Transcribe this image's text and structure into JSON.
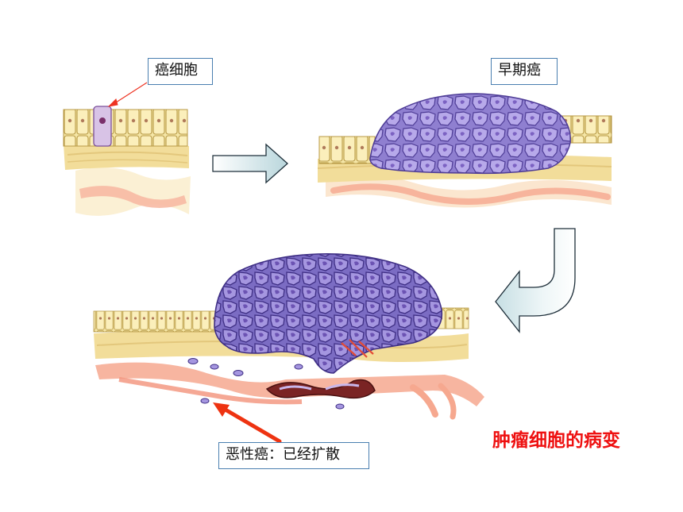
{
  "labels": {
    "cancer_cell": "癌细胞",
    "early_cancer": "早期癌",
    "malignant_spread": "恶性癌：已经扩散"
  },
  "caption": "肿瘤细胞的病变",
  "colors": {
    "caption": "#ee1111",
    "pointer_small": "#ee3322",
    "pointer_big": "#ee3311",
    "label_border": "#4a7fb0",
    "tumor": "#9b8ad6",
    "normal_cell": "#f4e3a0",
    "tissue": "#f2dd9a",
    "vessel": "#f6a88f",
    "arrow_fill": "#dbe9ec"
  },
  "icons": [
    "progression-arrow-right-icon",
    "progression-arrow-curved-icon"
  ]
}
